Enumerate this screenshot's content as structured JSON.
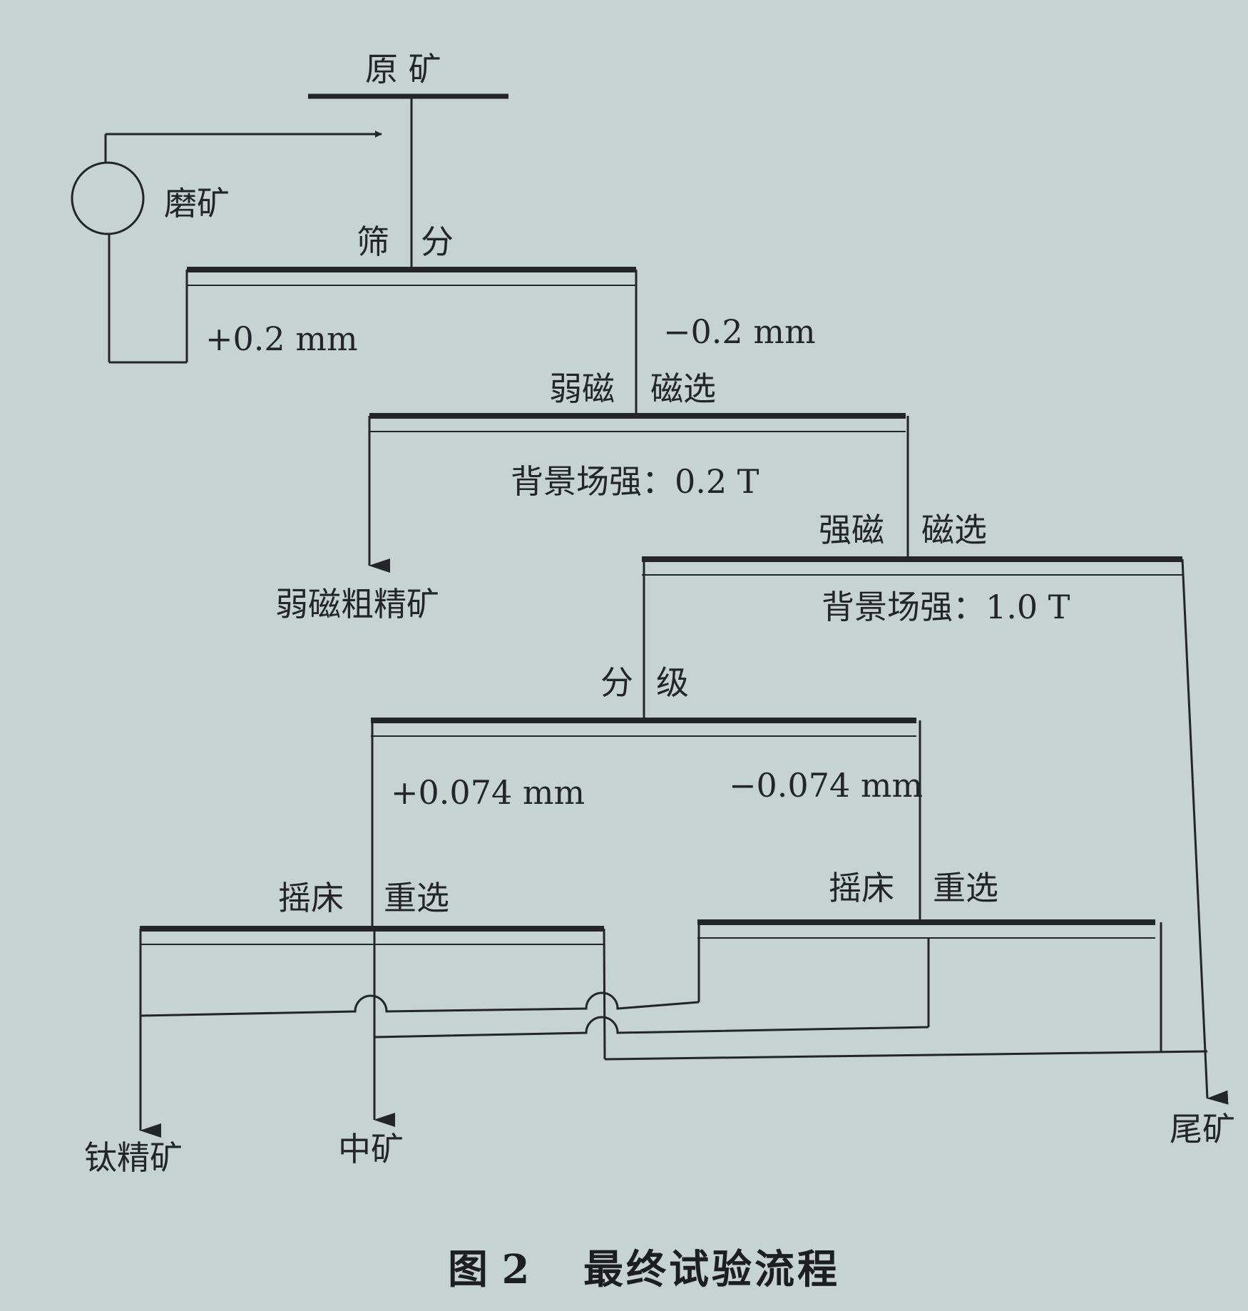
{
  "nodes": {
    "raw_ore": "原 矿",
    "grinding": "磨矿",
    "screen_left": "筛",
    "screen_right": "分",
    "plus_02": "+0.2 mm",
    "minus_02": "−0.2 mm",
    "weak_left": "弱磁",
    "weak_right": "磁选",
    "weak_field": "背景场强：0.2 T",
    "weak_concentrate": "弱磁粗精矿",
    "strong_left": "强磁",
    "strong_right": "磁选",
    "strong_field": "背景场强：1.0 T",
    "classify_left": "分",
    "classify_right": "级",
    "plus_0074": "+0.074 mm",
    "minus_0074": "−0.074 mm",
    "table1_left": "摇床",
    "table1_right": "重选",
    "table2_left": "摇床",
    "table2_right": "重选",
    "ti_concentrate": "钛精矿",
    "middlings": "中矿",
    "tailings": "尾矿"
  },
  "caption": {
    "figure_no": "图 2",
    "title": "最终试验流程"
  },
  "colors": {
    "background": "#c6d3d0",
    "ink": "#222628"
  }
}
